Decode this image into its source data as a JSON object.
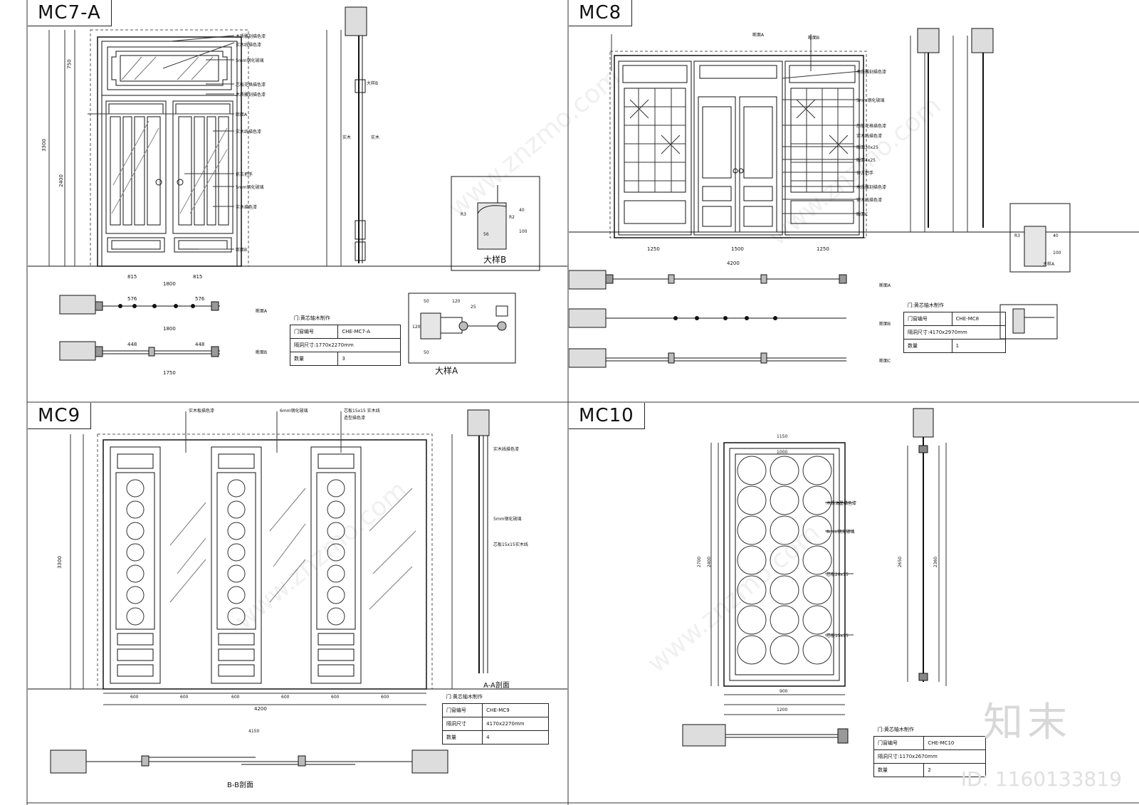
{
  "panels": [
    {
      "title": "MC7-A"
    },
    {
      "title": "MC8"
    },
    {
      "title": "MC9"
    },
    {
      "title": "MC10"
    }
  ],
  "mc7": {
    "dims": {
      "h1": "3300",
      "h2": "2400",
      "h3": "750",
      "w_total": "1800",
      "w_half": "815",
      "w_tot2": "1750",
      "s1": "576",
      "s2": "448"
    },
    "notes": [
      "木质雕刻描色漆",
      "实木线描色漆",
      "5mm钢化玻璃",
      "芯板花格描色漆",
      "木质雕刻描色漆",
      "断面A",
      "实木线描色漆",
      "仿古把手",
      "5mm钢化玻璃",
      "实木描色漆",
      "断面B"
    ],
    "side_notes": [
      "大样B",
      "实木",
      "实木"
    ],
    "detail_b": {
      "title": "大样B",
      "d1": "40",
      "d2": "100",
      "d3": "R3",
      "d4": "R2",
      "d5": "56"
    },
    "detail_a": {
      "title": "大样A",
      "d1": "50",
      "d2": "120",
      "d3": "25",
      "d4": "50",
      "d5": "120"
    },
    "section_a": "断面A",
    "section_b": "断面B",
    "table": {
      "title": "门:黄芯轴木制作",
      "row1_k": "门窗编号",
      "row1_v": "CHE-MC7-A",
      "row2_k": "隔洞尺寸:1770x2270mm",
      "row3_k": "数量",
      "row3_v": "3"
    }
  },
  "mc8": {
    "dims": {
      "w_total": "4200",
      "w_seg": "1250",
      "w_mid": "1500"
    },
    "notes": [
      "断面A",
      "断面B",
      "木质雕刻描色漆",
      "5mm钢化玻璃",
      "芯板花格描色漆",
      "实木线描色漆",
      "断面30x25",
      "断面4x25",
      "仿古把手",
      "木质雕刻描色漆",
      "实木线描色漆",
      "断面C"
    ],
    "section_labels": [
      "断面A",
      "断面B",
      "断面C"
    ],
    "detail": {
      "title": "大样A",
      "d1": "40",
      "d2": "100",
      "d3": "R3"
    },
    "table": {
      "title": "门:黄芯轴木制作",
      "row1_k": "门窗编号",
      "row1_v": "CHE-MC8",
      "row2_k": "隔洞尺寸:4170x2970mm",
      "row3_k": "数量",
      "row3_v": "1"
    }
  },
  "mc9": {
    "dims": {
      "h_total": "3300",
      "w_total": "4200",
      "w_panel": "600",
      "w_total2": "4150"
    },
    "notes": [
      "实木板描色漆",
      "6mm钢化玻璃",
      "芯板15x15 实木线",
      "造型描色漆",
      "实木线描色漆",
      "5mm钢化玻璃",
      "芯板15x15实木线"
    ],
    "section_aa": "A-A剖面",
    "section_bb": "B-B剖面",
    "table": {
      "title": "门:黄芯轴木制作",
      "row1_k": "门窗编号",
      "row1_v": "CHE-MC9",
      "row2_k": "隔洞尺寸",
      "row2_v": "4170x2270mm",
      "row3_k": "数量",
      "row3_v": "4"
    }
  },
  "mc10": {
    "dims": {
      "w_top": "1150",
      "w_inner": "1000",
      "h_outer": "2700",
      "h_inner": "2400",
      "w_mid": "900",
      "w_1200": "1200",
      "side_h1": "2650",
      "side_h2": "2360",
      "side_h3": "2400",
      "side_h4": "2700"
    },
    "notes": [
      "木质油墨描色漆",
      "8mm钢化玻璃",
      "芯板20x15",
      "芯板15x15"
    ],
    "table": {
      "title": "门:黄芯轴木制作",
      "row1_k": "门窗编号",
      "row1_v": "CHE-MC10",
      "row2_k": "隔洞尺寸:1170x2670mm",
      "row3_k": "数量",
      "row3_v": "2"
    }
  },
  "branding": {
    "logo": "知末",
    "id": "ID: 1160133819",
    "watermark": "www.znzmo.com"
  }
}
